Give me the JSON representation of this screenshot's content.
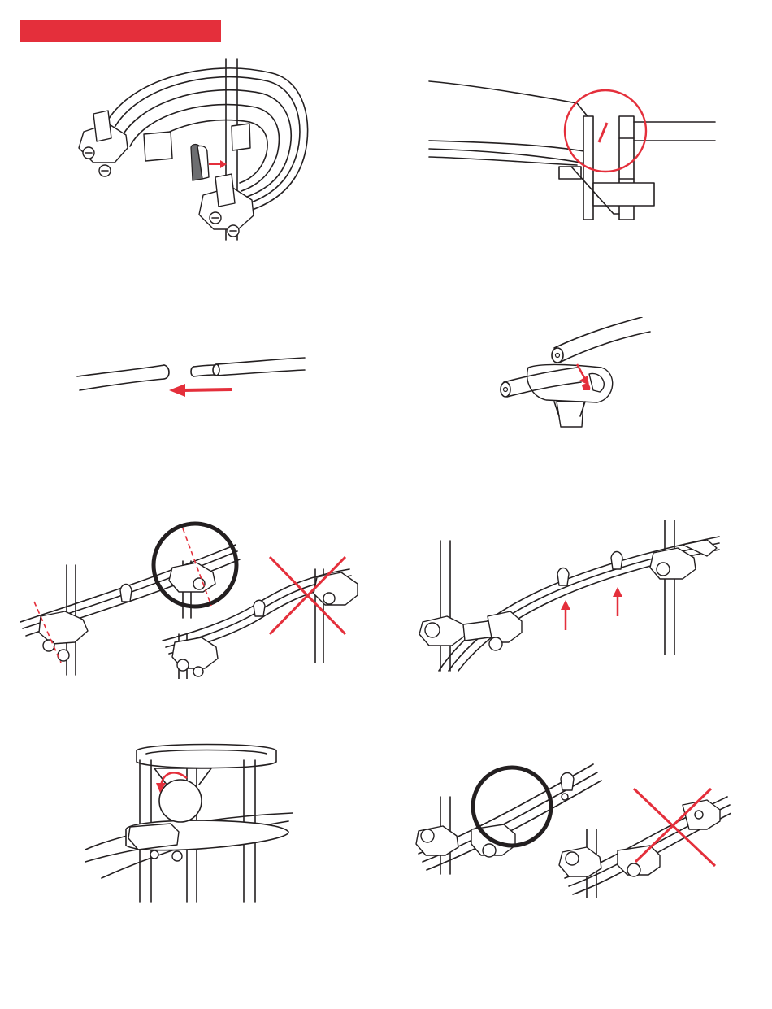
{
  "colors": {
    "accent": "#e42f3b",
    "line": "#231f20",
    "background": "#ffffff"
  },
  "header": {
    "bar_color": "#e42f3b",
    "text": ""
  },
  "panels": [
    {
      "id": "bracket-clip-insert",
      "marks": [
        "red-arrow-right"
      ]
    },
    {
      "id": "rail-end-detail",
      "marks": [
        "red-circle-callout",
        "red-gap-mark"
      ]
    },
    {
      "id": "tube-slide-on",
      "marks": [
        "red-arrow-left"
      ]
    },
    {
      "id": "tube-into-clip",
      "marks": [
        "red-arrow-down"
      ]
    },
    {
      "id": "clip-alignment",
      "marks": [
        "black-circle-callout",
        "red-dashed-guides",
        "red-x-incorrect"
      ]
    },
    {
      "id": "clip-push-up",
      "marks": [
        "red-arrow-up",
        "red-arrow-up"
      ]
    },
    {
      "id": "clamp-rotate",
      "marks": [
        "red-curved-arrow"
      ]
    },
    {
      "id": "rail-spacing",
      "marks": [
        "black-circle-callout",
        "red-x-incorrect"
      ]
    }
  ]
}
